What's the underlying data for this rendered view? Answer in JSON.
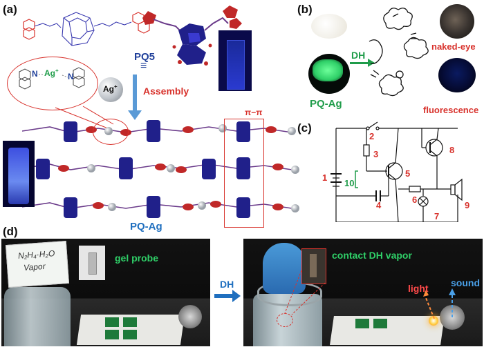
{
  "panels": {
    "a": {
      "label": "(a)",
      "monomer_label": "PQ5",
      "equiv_symbol": "≡",
      "ion_label": "Ag",
      "ion_charge": "+",
      "arrow_label": "Assembly",
      "inset_N_left": "N",
      "inset_ag": "Ag",
      "inset_ag_charge": "+",
      "inset_N_right": "N",
      "pi_label": "π−π",
      "product_label": "PQ-Ag"
    },
    "b": {
      "label": "(b)",
      "arrow_label": "DH",
      "gel_label": "PQ-Ag",
      "naked_eye_label": "naked-eye",
      "fluorescence_label": "fluorescence"
    },
    "c": {
      "label": "(c)",
      "component_numbers": [
        "1",
        "2",
        "3",
        "4",
        "5",
        "6",
        "7",
        "8",
        "9",
        "10"
      ]
    },
    "d": {
      "label": "(d)",
      "vial_label_line1": "N₂H₄·H₂O",
      "vial_label_line2": "Vapor",
      "gel_probe_label": "gel probe",
      "arrow_label": "DH",
      "contact_label": "contact DH vapor",
      "light_label": "light",
      "sound_label": "sound"
    }
  },
  "colors": {
    "title_blue": "#1f3f9a",
    "accent_red": "#d8322c",
    "accent_green": "#1f9c4a",
    "arrow_blue": "#5a9ad6",
    "sound_blue": "#1f6fbf",
    "pillar_blue": "#20208a",
    "chain_purple": "#6a3a8a"
  }
}
